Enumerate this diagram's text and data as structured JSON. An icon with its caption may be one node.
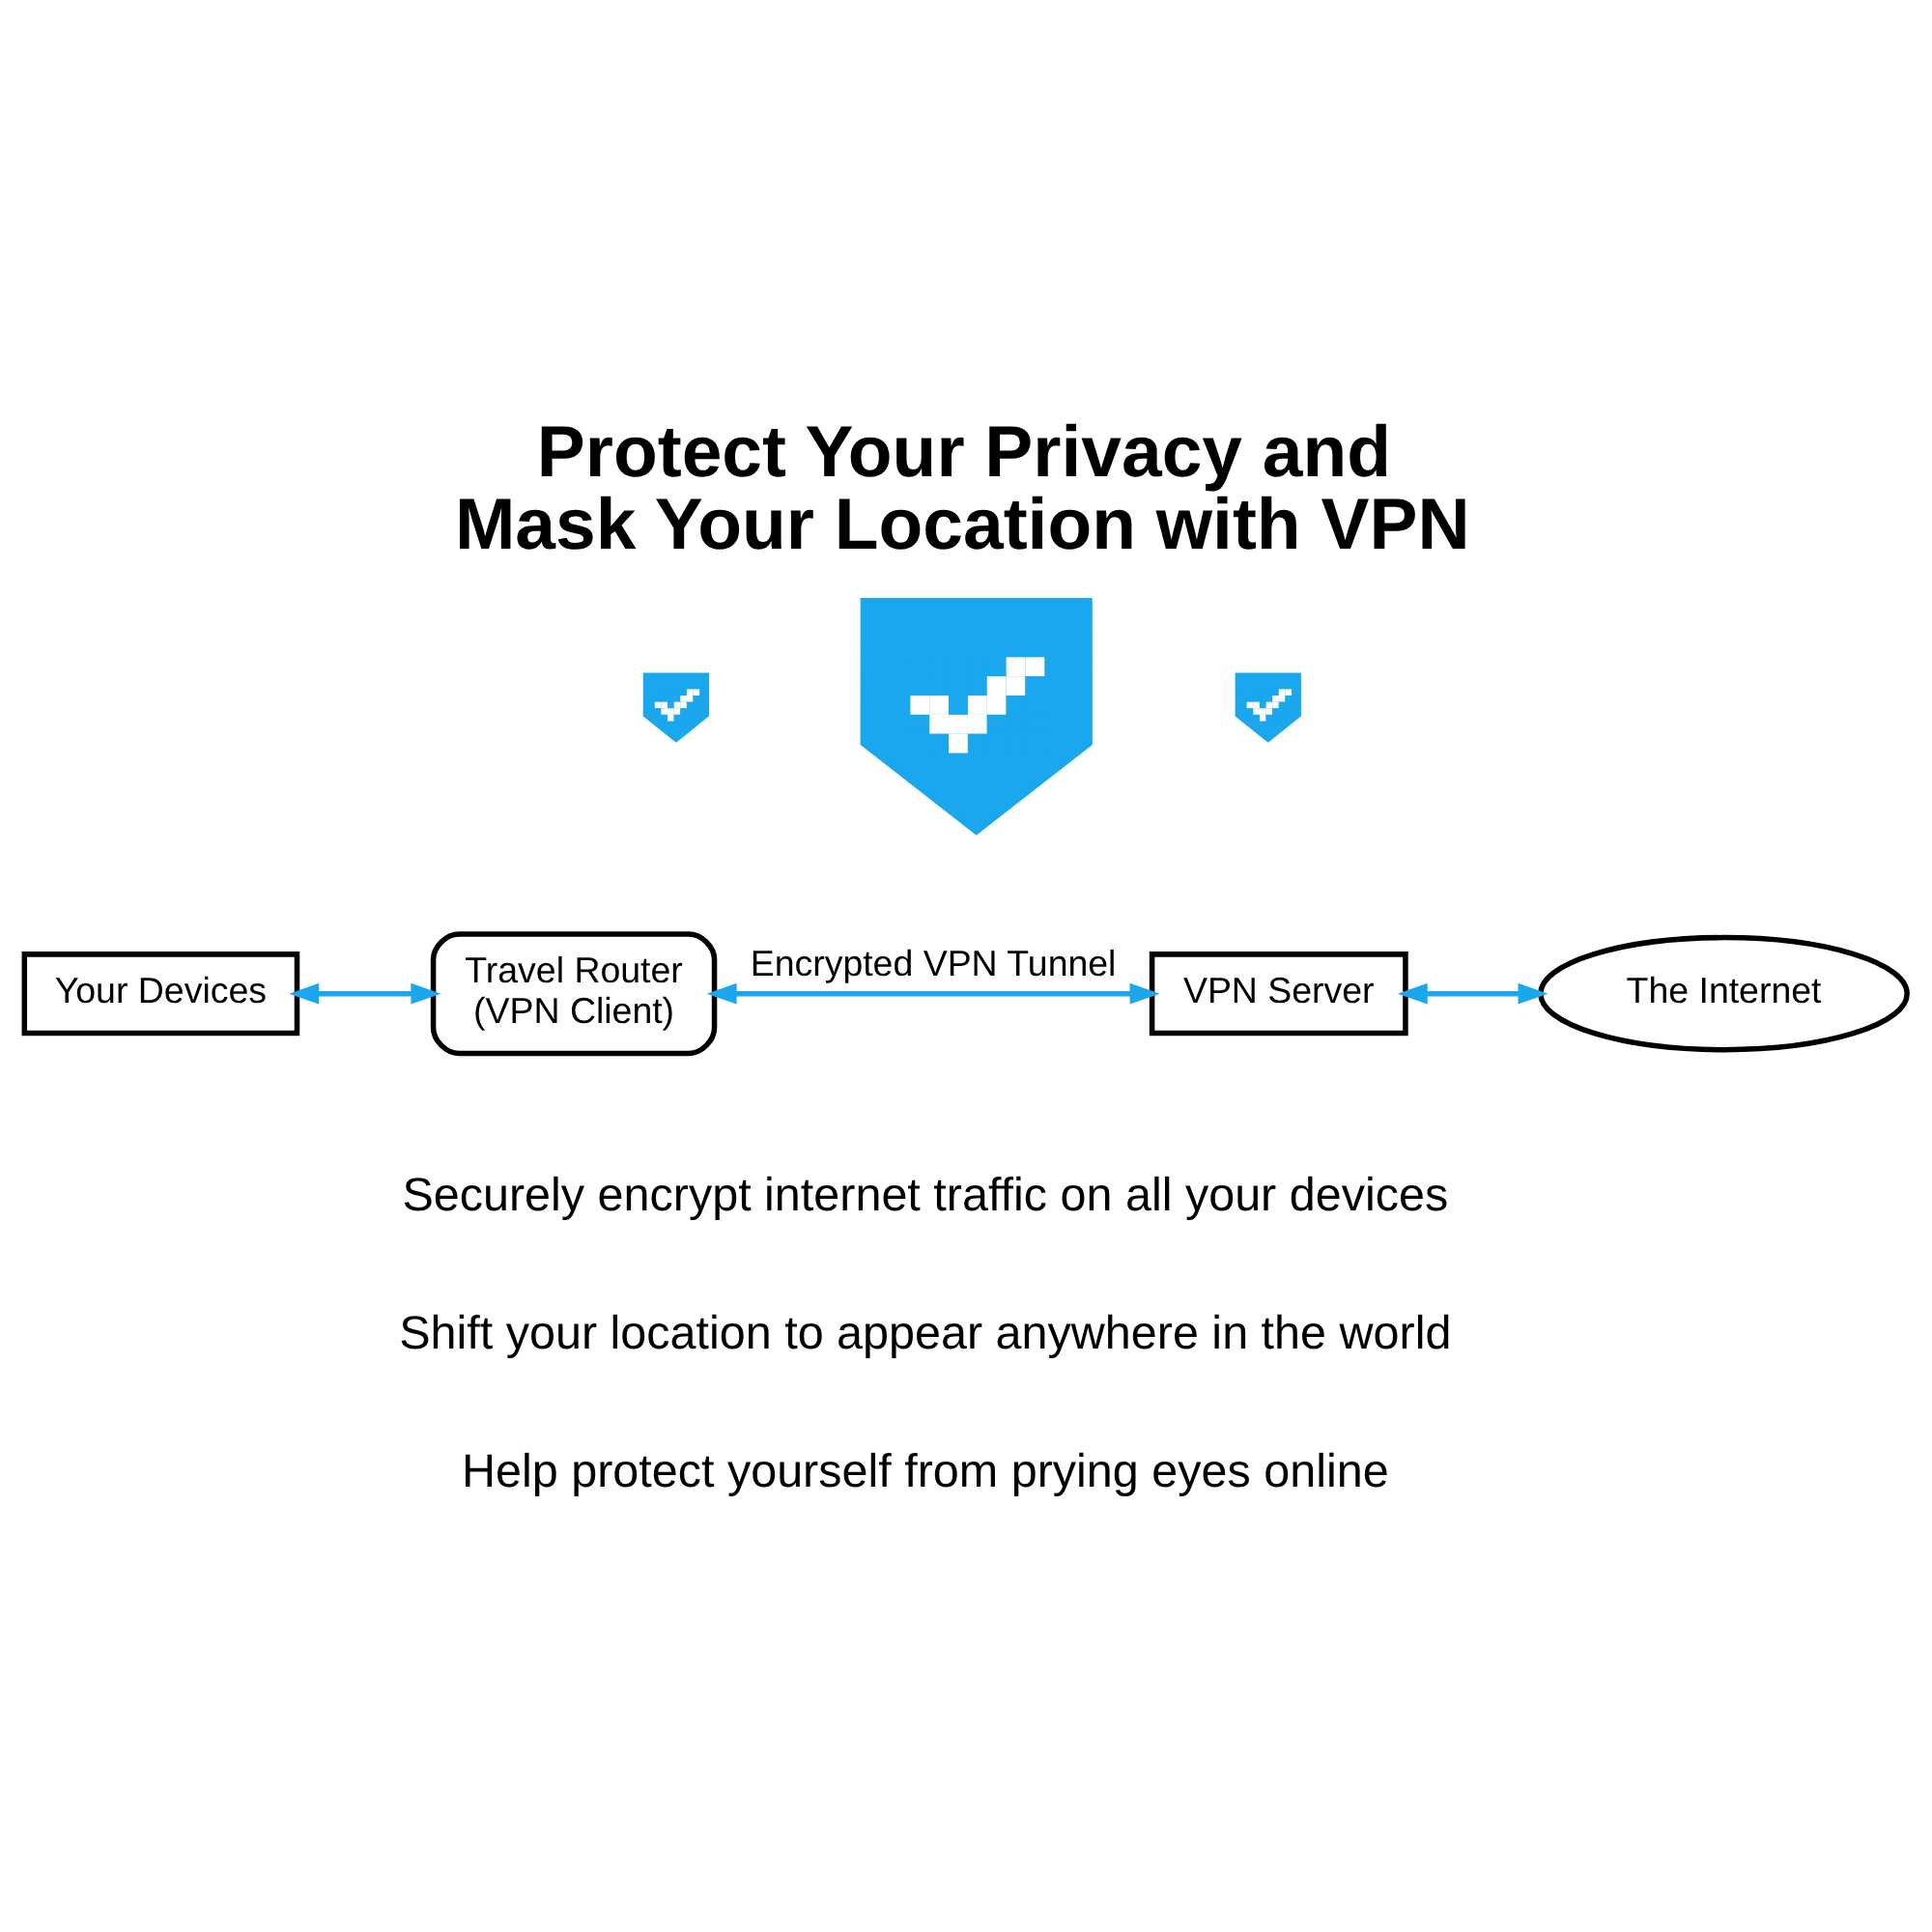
{
  "diagram": {
    "title": "Protect Your Privacy and Mask Your Location with VPN",
    "nodes": [
      {
        "text": [
          "Your Devices"
        ]
      },
      {
        "text": [
          "Travel Router (VPN Client)"
        ]
      },
      {
        "text": [],
        "shape": "picture"
      },
      {
        "text": [],
        "shape": "picture"
      },
      {
        "text": [],
        "shape": "picture"
      },
      {
        "text": [
          "VPN Server"
        ]
      },
      {
        "text": [
          "The Internet"
        ]
      }
    ],
    "edges": [
      {
        "from": 0,
        "to": 1,
        "arrow": "both"
      },
      {
        "from": 1,
        "to": 5,
        "arrow": "both",
        "label": "Encrypted VPN Tunnel"
      },
      {
        "from": 5,
        "to": 6,
        "arrow": "both"
      }
    ],
    "labels": [
      "Securely encrypt internet traffic on all your devices",
      "Shift your location to appear anywhere in the world",
      "Help protect yourself from prying eyes online"
    ]
  }
}
